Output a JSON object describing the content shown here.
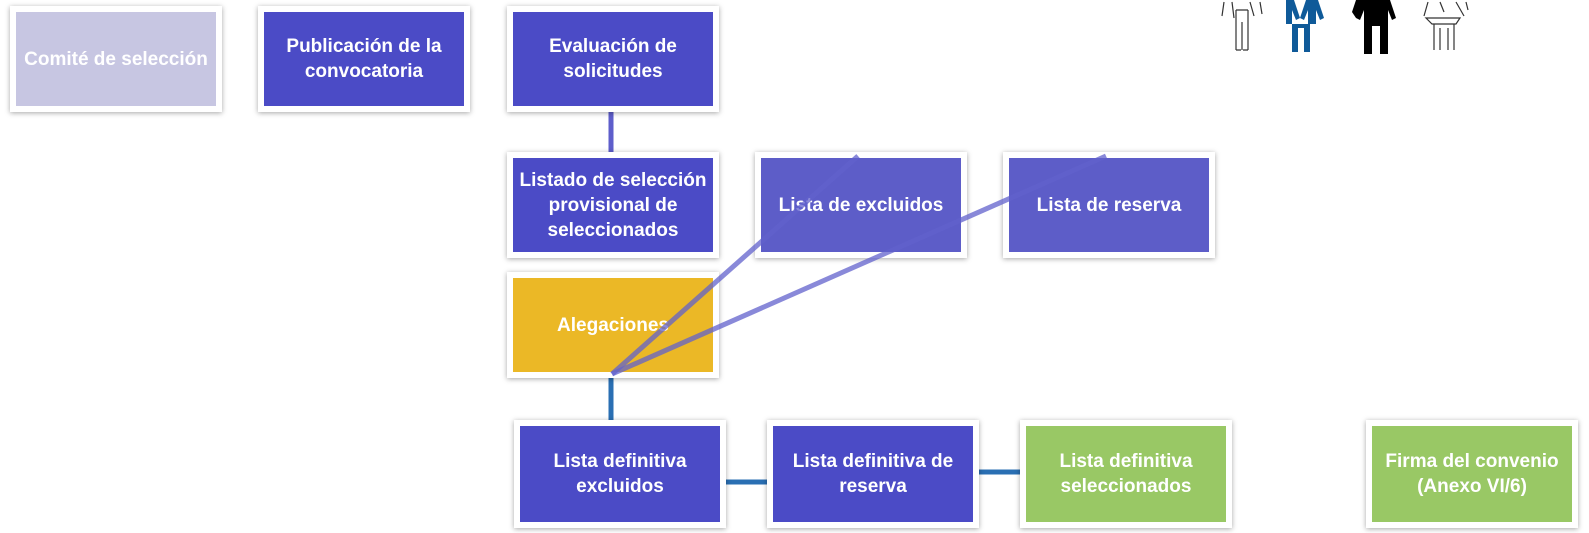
{
  "nodes": {
    "comite": "Comité de selección",
    "publicacion": "Publicación de la convocatoria",
    "evaluacion": "Evaluación de solicitudes",
    "listado_provisional": "Listado de selección provisional de seleccionados",
    "lista_excluidos": "Lista de excluidos",
    "lista_reserva": "Lista de reserva",
    "alegaciones": "Alegaciones",
    "def_excluidos": "Lista definitiva excluidos",
    "def_reserva": "Lista definitiva de reserva",
    "def_seleccionados": "Lista definitiva seleccionados",
    "firma": "Firma del convenio (Anexo VI/6)"
  },
  "colors": {
    "primary": "#4b4bc6",
    "primary_light": "#5d5dc8",
    "disabled": "#c7c6e2",
    "highlight": "#ebb826",
    "success": "#99c865",
    "connector_purple": "#6262cc",
    "connector_blue": "#2a6fb3",
    "person_blue": "#0f5a99",
    "person_black": "#000000"
  },
  "icons": [
    "person-outline-icon",
    "person-blue-icon",
    "person-black-icon",
    "person-outline-icon"
  ]
}
